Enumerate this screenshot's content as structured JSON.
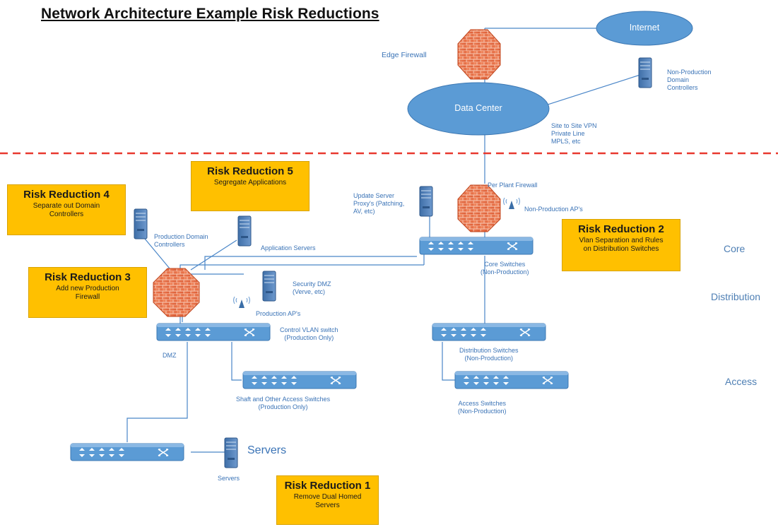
{
  "title": "Network Architecture Example Risk Reductions",
  "clouds": {
    "internet": "Internet",
    "data_center": "Data Center"
  },
  "labels": {
    "edge_firewall": "Edge Firewall",
    "non_prod_dc": "Non-Production\nDomain\nControllers",
    "site_vpn": "Site to Site VPN\nPrivate Line\nMPLS, etc",
    "per_plant_firewall": "Per Plant Firewall",
    "non_prod_ap": "Non-Production AP's",
    "update_server": "Update Server\nProxy's (Patching,\nAV, etc)",
    "core_switches": "Core Switches\n(Non-Production)",
    "prod_dc": "Production Domain\nControllers",
    "app_servers": "Application Servers",
    "security_dmz": "Security DMZ\n(Verve, etc)",
    "prod_ap": "Production AP's",
    "control_vlan": "Control VLAN switch\n(Production Only)",
    "dmz": "DMZ",
    "distribution_switches": "Distribution Switches\n(Non-Production)",
    "shaft_switches": "Shaft and Other Access Switches\n(Production Only)",
    "access_switches": "Access Switches\n(Non-Production)",
    "servers_big": "Servers",
    "servers_small": "Servers"
  },
  "tiers": {
    "core": "Core",
    "distribution": "Distribution",
    "access": "Access"
  },
  "risk_reductions": [
    {
      "heading": "Risk Reduction 1",
      "desc": "Remove Dual Homed\nServers"
    },
    {
      "heading": "Risk Reduction 2",
      "desc": "Vlan Separation and Rules\non Distribution Switches"
    },
    {
      "heading": "Risk Reduction 3",
      "desc": "Add new Production\nFirewall"
    },
    {
      "heading": "Risk Reduction 4",
      "desc": "Separate out Domain\nControllers"
    },
    {
      "heading": "Risk Reduction 5",
      "desc": "Segregate Applications"
    }
  ],
  "colors": {
    "blue": "#5b9bd5",
    "line": "#4a86c8",
    "divider": "#e8392f",
    "firewall": "#ea6a3e",
    "callout": "#ffc000"
  }
}
